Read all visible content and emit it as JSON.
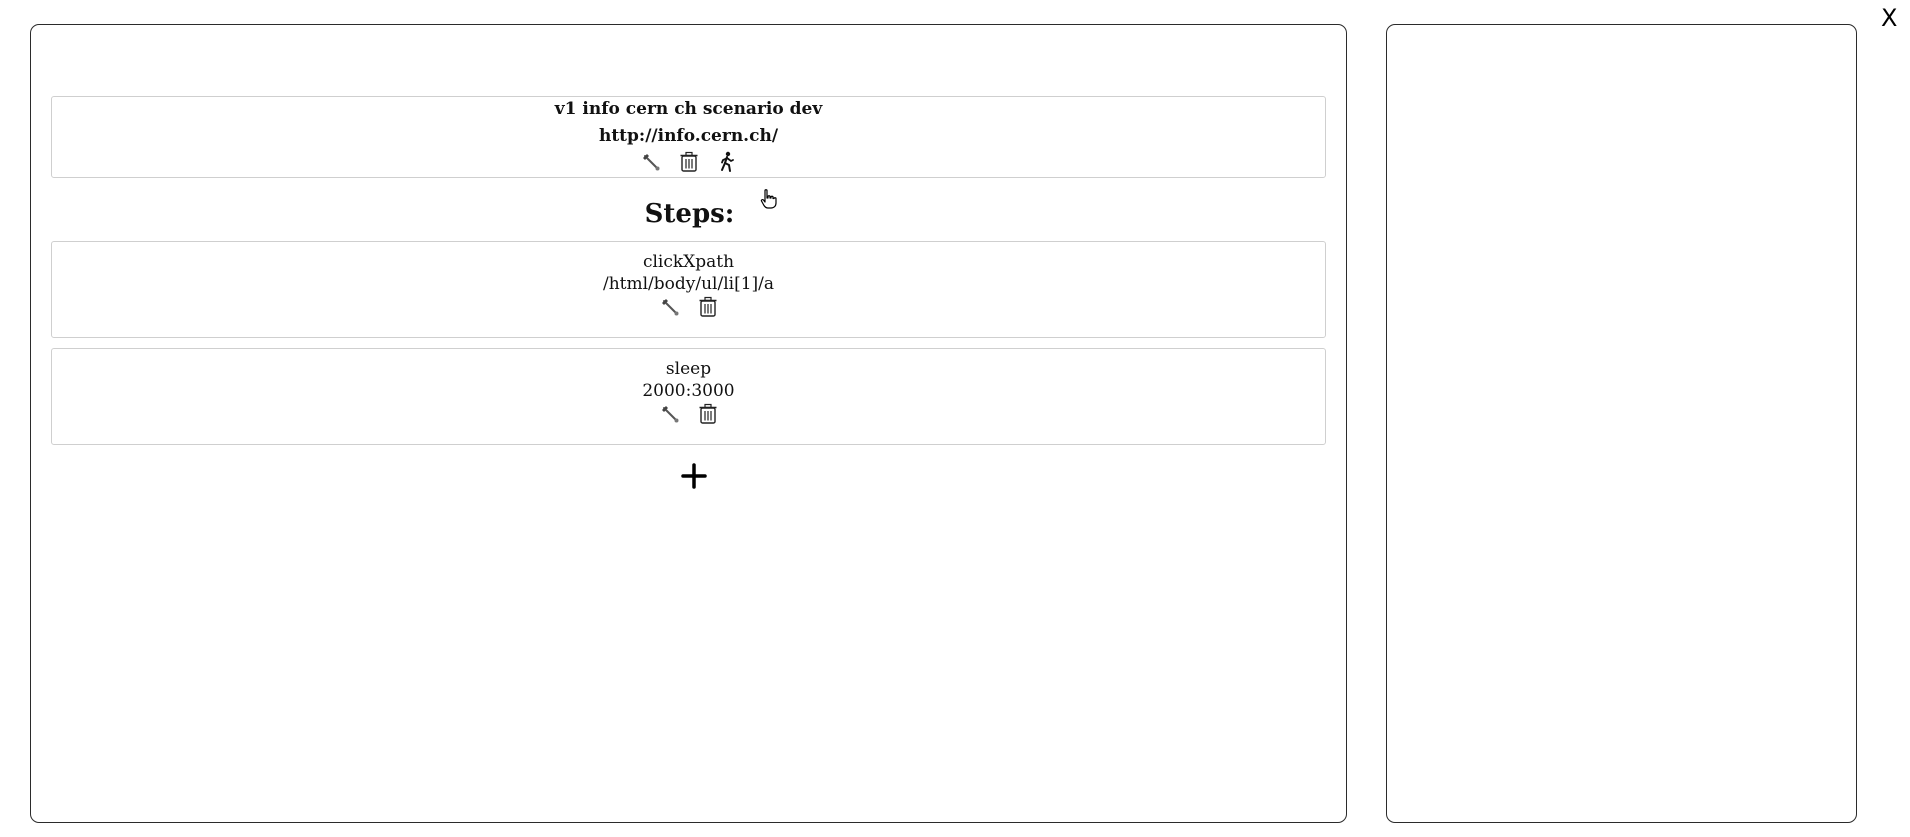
{
  "close_label": "X",
  "scenario": {
    "name": "v1 info cern ch scenario dev",
    "url": "http://info.cern.ch/",
    "actions": [
      "wrench-icon",
      "trash-icon",
      "run-icon"
    ]
  },
  "steps_heading": "Steps:",
  "steps": [
    {
      "type": "clickXpath",
      "value": "/html/body/ul/li[1]/a",
      "actions": [
        "wrench-icon",
        "trash-icon"
      ]
    },
    {
      "type": "sleep",
      "value": "2000:3000",
      "actions": [
        "wrench-icon",
        "trash-icon"
      ]
    }
  ],
  "add_step_icon": "plus-icon"
}
